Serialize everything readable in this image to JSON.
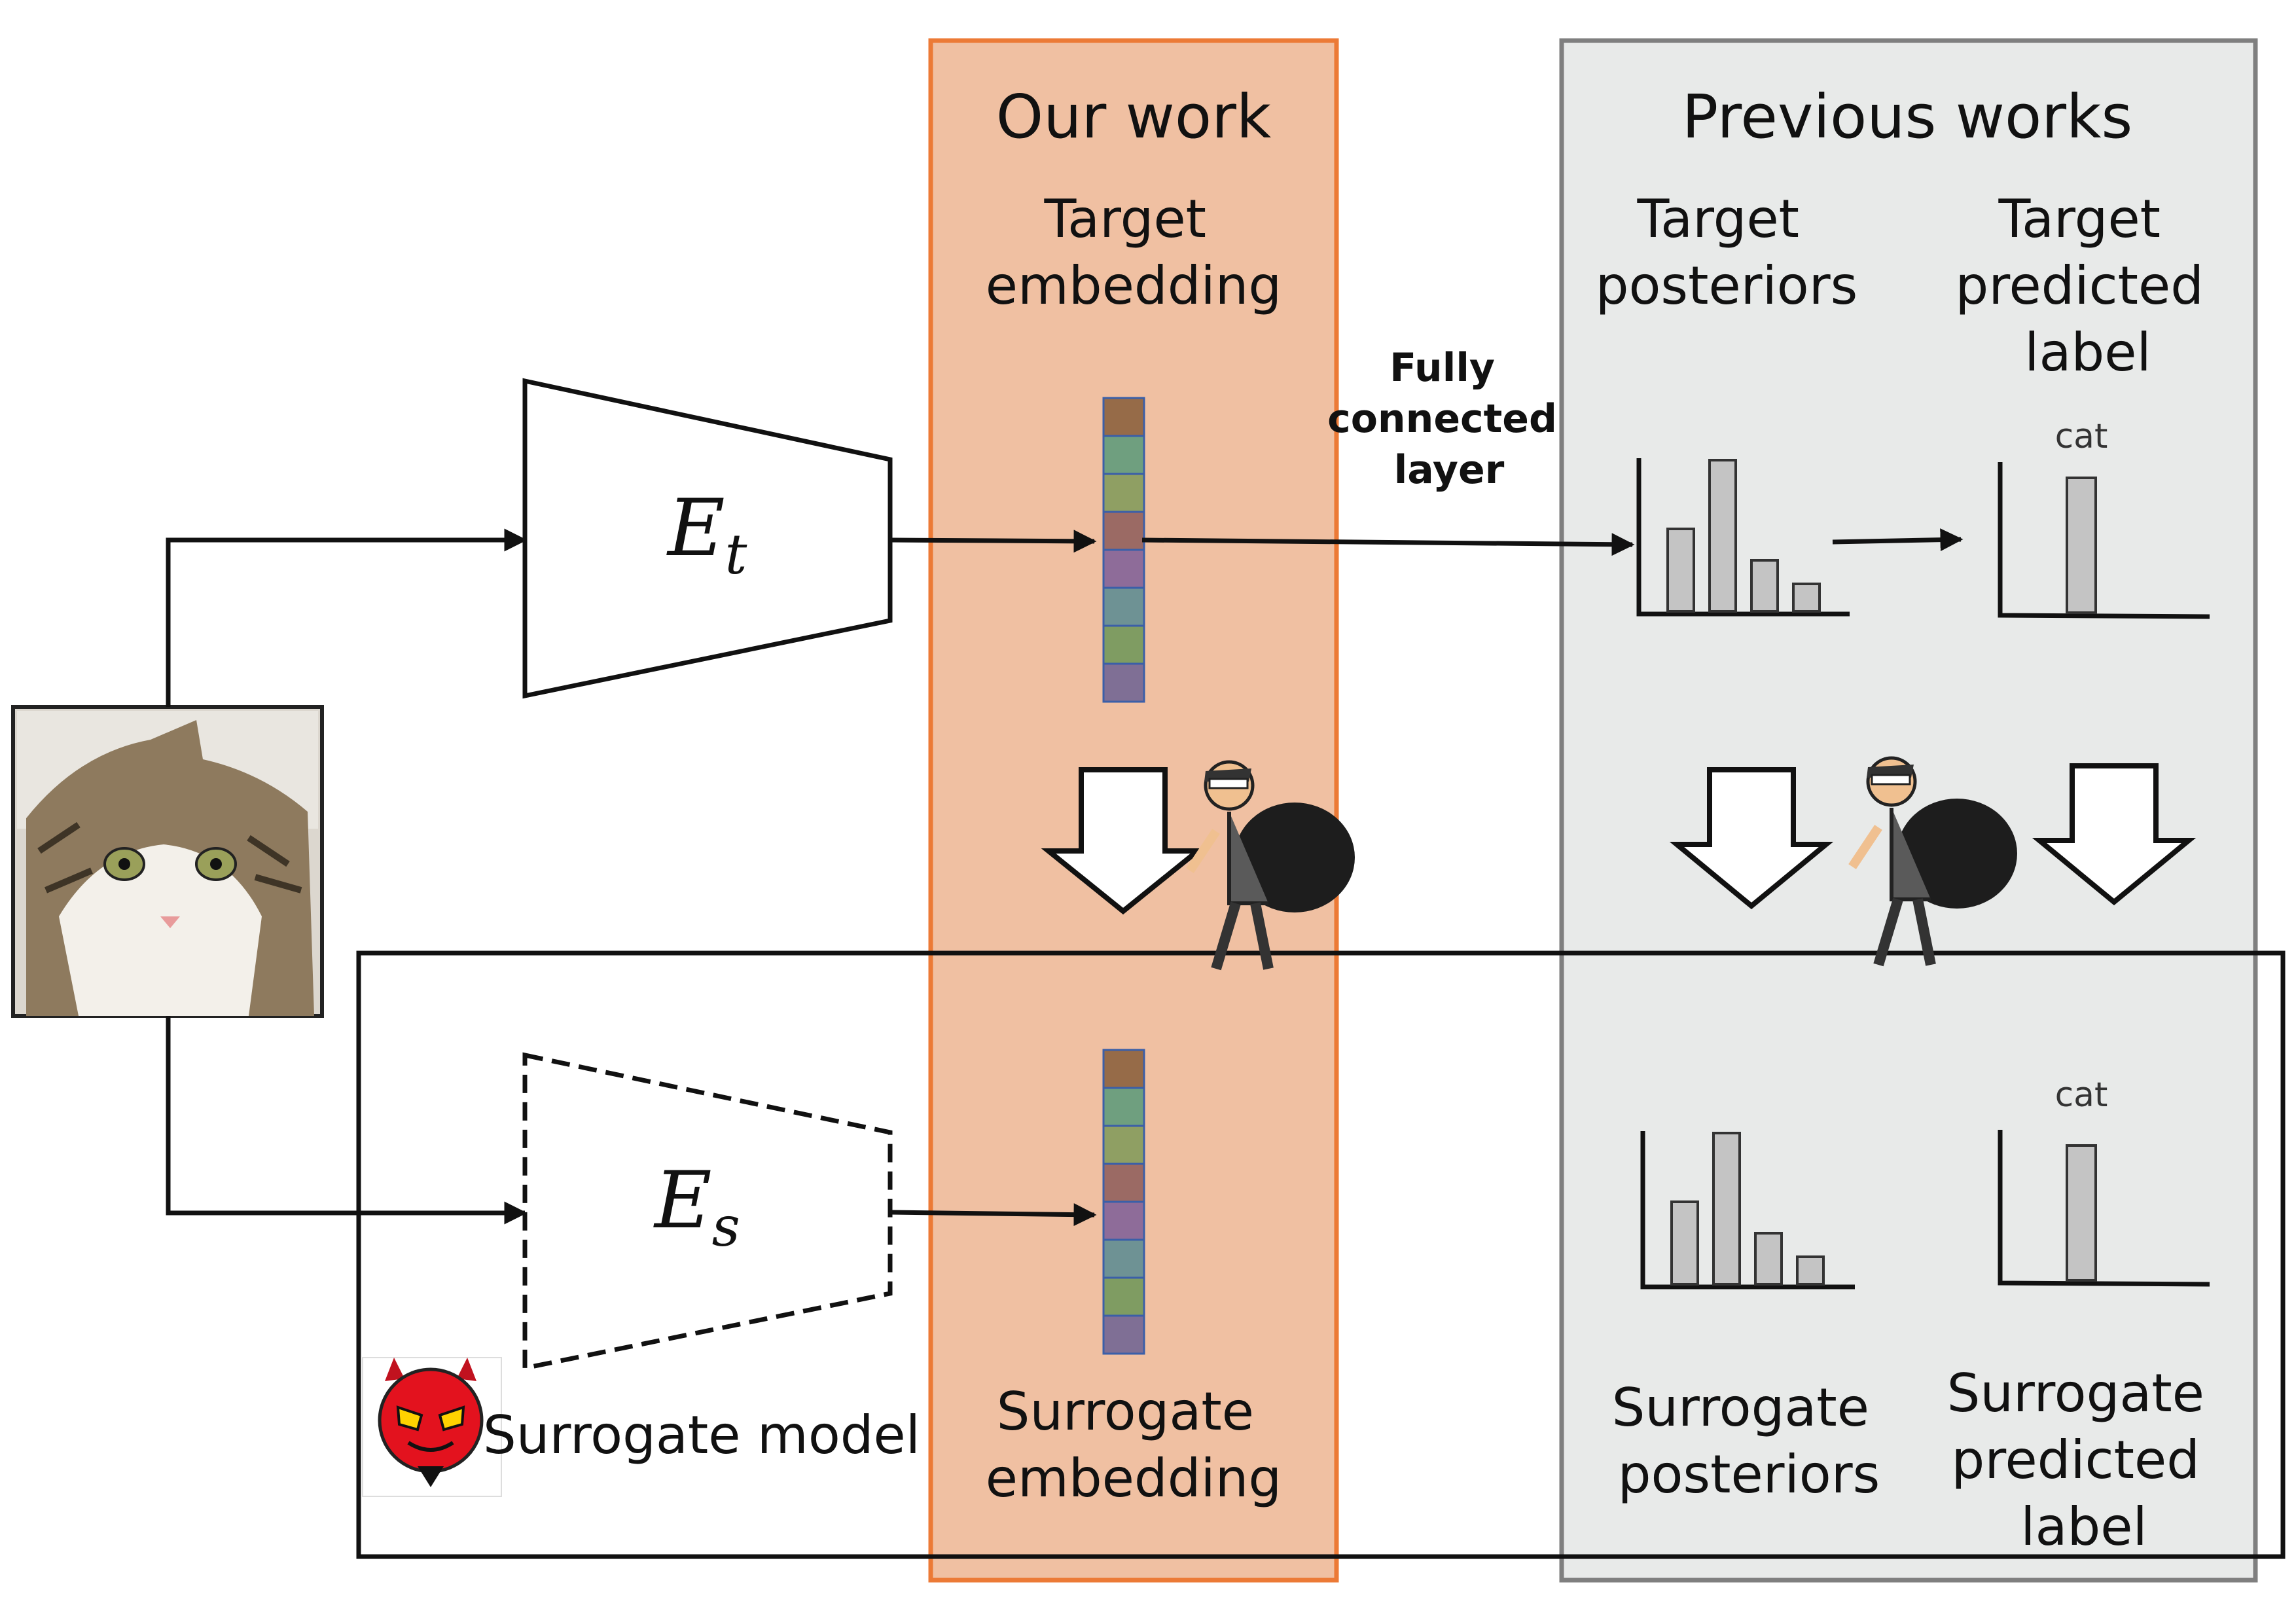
{
  "panels": {
    "our_work": {
      "title": "Our work",
      "fill": "#f0c0a2",
      "border": "#ec7a36"
    },
    "previous_works": {
      "title": "Previous works",
      "fill": "#e8eae9",
      "border": "#7f7f7f"
    }
  },
  "labels": {
    "target_embedding": [
      "Target",
      "embedding"
    ],
    "target_posteriors": [
      "Target",
      "posteriors"
    ],
    "target_predicted_label": [
      "Target",
      "predicted",
      "label"
    ],
    "fully_connected_layer": [
      "Fully",
      "connected",
      "layer"
    ],
    "surrogate_model": "Surrogate model",
    "surrogate_embedding": [
      "Surrogate",
      "embedding"
    ],
    "surrogate_posteriors": [
      "Surrogate",
      "posteriors"
    ],
    "surrogate_predicted_label": [
      "Surrogate",
      "predicted",
      "label"
    ],
    "cat_top": "cat",
    "cat_bottom": "cat"
  },
  "encoders": {
    "target": {
      "symbol": "E",
      "subscript": "t"
    },
    "surrogate": {
      "symbol": "E",
      "subscript": "s"
    }
  },
  "embedding_colors": [
    "#966b48",
    "#6f9f7f",
    "#8f9f63",
    "#9b6a64",
    "#8e6c99",
    "#6e9294",
    "#7f9c62",
    "#7f6f95"
  ],
  "posterior_bars": [
    0.42,
    0.77,
    0.26,
    0.14
  ],
  "predicted_label_bars": [
    1.0
  ],
  "icons": {
    "input_image": "cat-photo",
    "thief": "thief-icon",
    "devil": "devil-icon"
  }
}
